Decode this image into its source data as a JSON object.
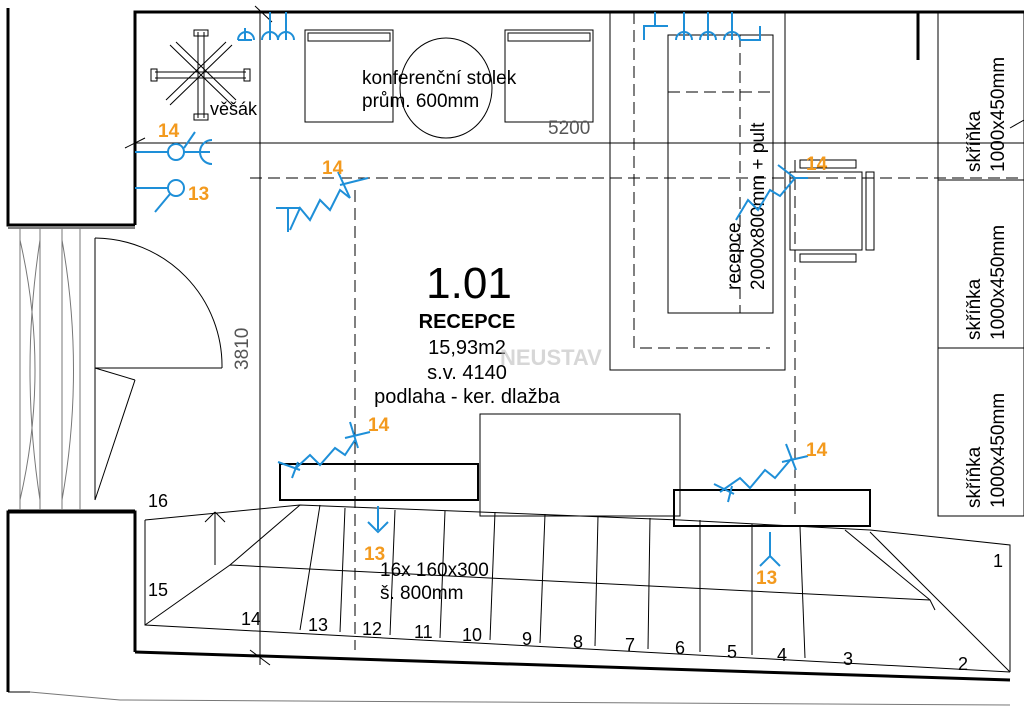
{
  "room": {
    "number": "1.01",
    "name": "RECEPCE",
    "area": "15,93m2",
    "height": "s.v. 4140",
    "floor": "podlaha - ker. dlažba"
  },
  "dimensions": {
    "width": "5200",
    "depth": "3810"
  },
  "furniture": {
    "coffee_table_line1": "konferenční stolek",
    "coffee_table_line2": "prům. 600mm",
    "coat_rack": "věšák",
    "reception_line1": "recepce",
    "reception_line2": "2000x800mm + pult",
    "cabinet_label": "skříňka",
    "cabinet_size": "1000x450mm"
  },
  "stairs": {
    "spec_line1": "16x 160x300",
    "spec_line2": "š. 800mm",
    "steps": [
      "1",
      "2",
      "3",
      "4",
      "5",
      "6",
      "7",
      "8",
      "9",
      "10",
      "11",
      "12",
      "13",
      "14",
      "15",
      "16"
    ]
  },
  "outlet_tags": {
    "tag_13": "13",
    "tag_14": "14"
  },
  "watermark": "NEUSTAV",
  "colors": {
    "outlet": "#1e8fd8",
    "tag": "#f39a1e"
  }
}
